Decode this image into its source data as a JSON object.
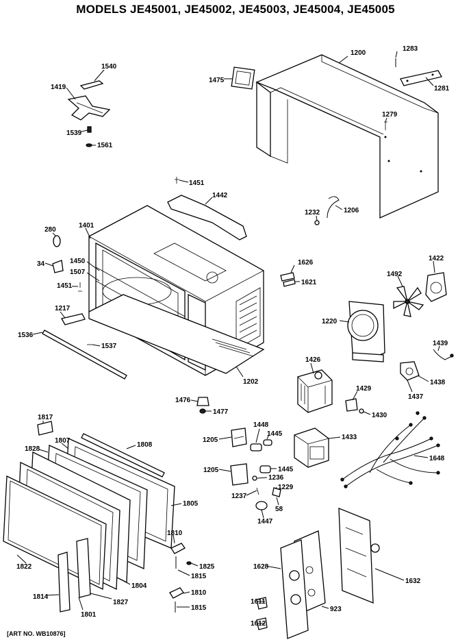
{
  "title": "MODELS JE45001, JE45002, JE45003, JE45004, JE45005",
  "art_no": "[ART NO. WB10876]",
  "labels": {
    "p1200": "1200",
    "p1283": "1283",
    "p1281": "1281",
    "p1279": "1279",
    "p1475": "1475",
    "p1540": "1540",
    "p1419": "1419",
    "p1539": "1539",
    "p1561": "1561",
    "p1451a": "1451",
    "p1442": "1442",
    "p1232": "1232",
    "p1206": "1206",
    "p1401": "1401",
    "p280": "280",
    "p34": "34",
    "p1450": "1450",
    "p1507": "1507",
    "p1451b": "1451",
    "p1626": "1626",
    "p1621": "1621",
    "p1492": "1492",
    "p1422": "1422",
    "p1217": "1217",
    "p1536": "1536",
    "p1537": "1537",
    "p1220": "1220",
    "p1439": "1439",
    "p1202": "1202",
    "p1426": "1426",
    "p1438": "1438",
    "p1437": "1437",
    "p1429": "1429",
    "p1430": "1430",
    "p1476": "1476",
    "p1477": "1477",
    "p1817": "1817",
    "p1808": "1808",
    "p1828": "1828",
    "p1807": "1807",
    "p1448": "1448",
    "p1445a": "1445",
    "p1205a": "1205",
    "p1433": "1433",
    "p1648": "1648",
    "p1205b": "1205",
    "p1445b": "1445",
    "p1236": "1236",
    "p1229": "1229",
    "p1237": "1237",
    "p58": "58",
    "p1447": "1447",
    "p1805": "1805",
    "p1810a": "1810",
    "p1825": "1825",
    "p1815a": "1815",
    "p1804": "1804",
    "p1822": "1822",
    "p1628": "1628",
    "p1632": "1632",
    "p1810b": "1810",
    "p1815b": "1815",
    "p1827": "1827",
    "p1814": "1814",
    "p1801": "1801",
    "p1611": "1611",
    "p1612": "1612",
    "p923": "923"
  }
}
